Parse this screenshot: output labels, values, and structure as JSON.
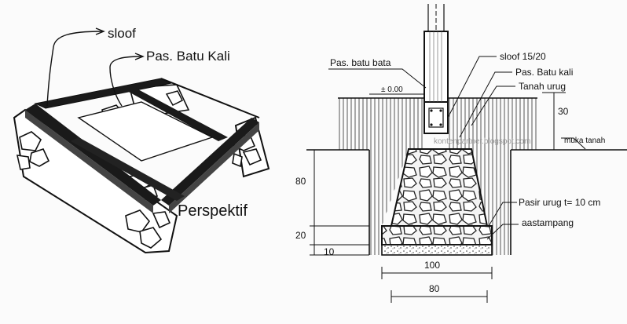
{
  "perspective": {
    "title": "Perspektif",
    "label_sloof": "sloof",
    "label_stone": "Pas. Batu Kali"
  },
  "section": {
    "labels": {
      "brick": "Pas. batu bata",
      "sloof": "sloof 15/20",
      "stone": "Pas. Batu kali",
      "backfill": "Tanah urug",
      "ground": "muka tanah",
      "sand": "Pasir urug t= 10 cm",
      "aanstamping": "aastampang",
      "level": "± 0.00"
    },
    "dimensions": {
      "d30": "30",
      "d80": "80",
      "d20": "20",
      "d10": "10",
      "w100": "100",
      "w80": "80"
    },
    "watermark": "kontenpartner.blogspot.com"
  },
  "colors": {
    "line": "#111111",
    "hatch": "#444444",
    "background": "#fbfbfb"
  }
}
